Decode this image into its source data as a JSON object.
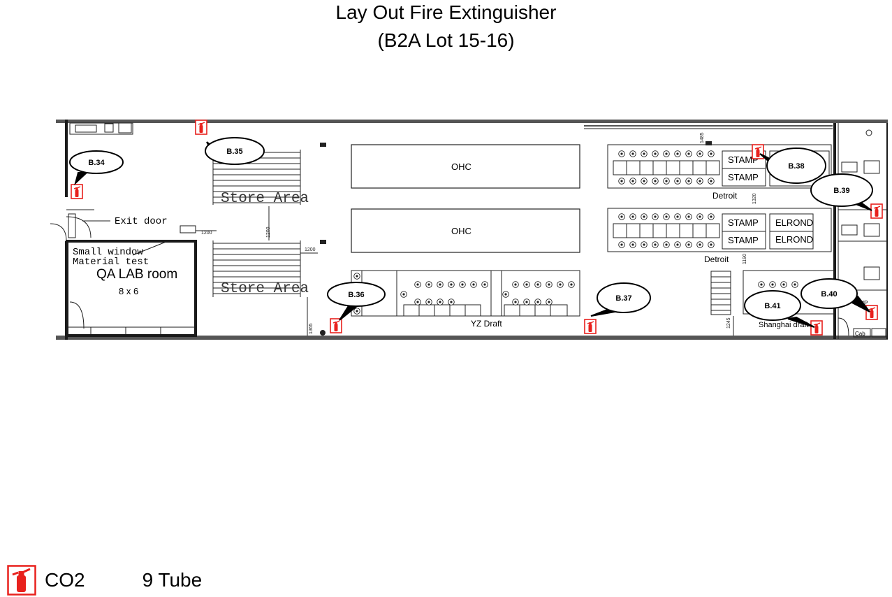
{
  "title": {
    "line1": "Lay Out Fire Extinguisher",
    "line2": "(B2A Lot 15-16)"
  },
  "legend": {
    "icon": "fire-extinguisher-icon",
    "type": "CO2",
    "quantity": "9 Tube"
  },
  "colors": {
    "extinguisher_red": "#e8211d",
    "wall": "#1a1a1a"
  },
  "rooms": {
    "exit_door": "Exit door",
    "small_window": "Small window",
    "material_test": "Material test",
    "qa_lab": "QA LAB room",
    "qa_lab_size": "8 x 6",
    "store_area": "Store Area",
    "ohc": "OHC",
    "detroit": "Detroit",
    "stamp": "STAMP",
    "elrond": "ELROND",
    "yz_draft": "YZ  Draft",
    "shanghai": "Shanghai draft",
    "cab": "Cab",
    "amp": "AMP"
  },
  "dimensions": [
    "1200",
    "1200",
    "1200",
    "1365",
    "1485",
    "1320",
    "1190",
    "1245"
  ],
  "station_labels": [
    "B.34",
    "B.35",
    "B.36",
    "B.37",
    "B.38",
    "B.39",
    "B.40",
    "B.41"
  ]
}
